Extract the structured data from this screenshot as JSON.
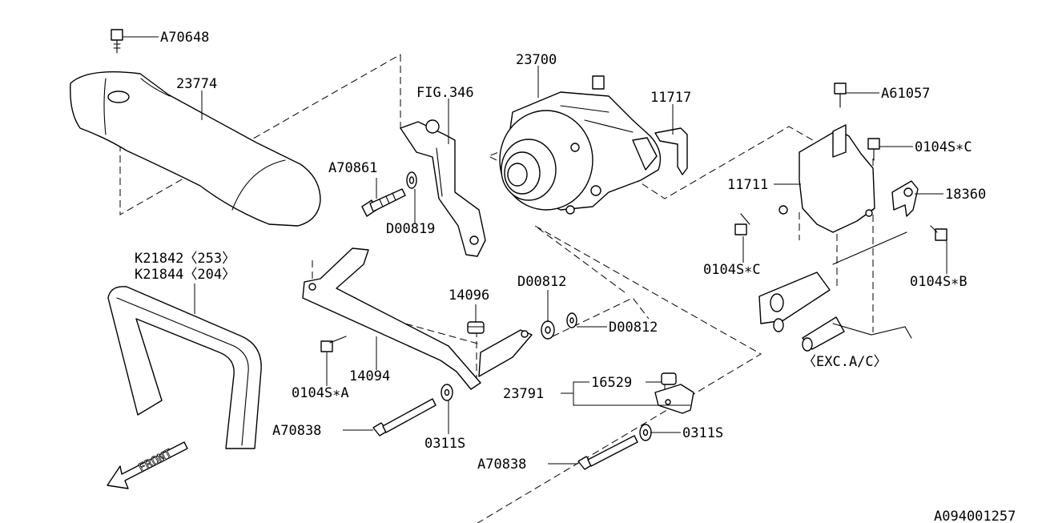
{
  "diagram": {
    "labels": {
      "a70648": "A70648",
      "p23774": "23774",
      "fig346": "FIG.346",
      "p23700": "23700",
      "p11717": "11717",
      "a61057": "A61057",
      "c0104_top": "0104S∗C",
      "p11711": "11711",
      "p18360": "18360",
      "a70861": "A70861",
      "d00819": "D00819",
      "c0104_mid": "0104S∗C",
      "b0104": "0104S∗B",
      "k21842": "K21842〈253〉",
      "k21844": "K21844〈204〉",
      "p14096": "14096",
      "d00812_a": "D00812",
      "d00812_b": "D00812",
      "exc_ac": "〈EXC.A/C〉",
      "p14094": "14094",
      "a0104": "0104S∗A",
      "p23791": "23791",
      "p16529": "16529",
      "a70838_a": "A70838",
      "s0311_a": "0311S",
      "s0311_b": "0311S",
      "a70838_b": "A70838",
      "front": "FRONT",
      "diagram_id": "A094001257"
    }
  }
}
